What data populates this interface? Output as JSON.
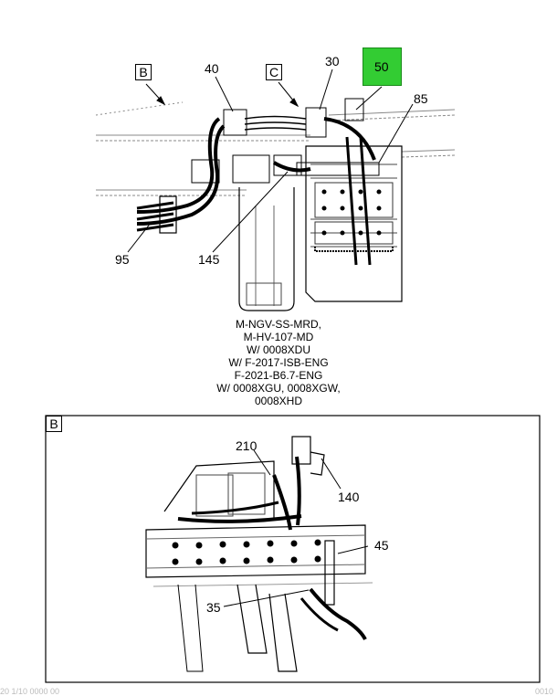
{
  "top_view": {
    "view_refs": [
      "B",
      "C"
    ],
    "callouts": [
      "40",
      "30",
      "50",
      "85",
      "95",
      "145"
    ],
    "highlight_color": "#33cc33"
  },
  "caption_lines": [
    "M-NGV-SS-MRD,",
    "M-HV-107-MD",
    "W/ 0008XDU",
    "W/ F-2017-ISB-ENG",
    "F-2021-B6.7-ENG",
    "W/ 0008XGU, 0008XGW,",
    "0008XHD"
  ],
  "detail_view": {
    "title": "B",
    "callouts": [
      "210",
      "140",
      "45",
      "35"
    ]
  },
  "footer": {
    "left": "20 1/10 0000 00",
    "right": "0010"
  }
}
